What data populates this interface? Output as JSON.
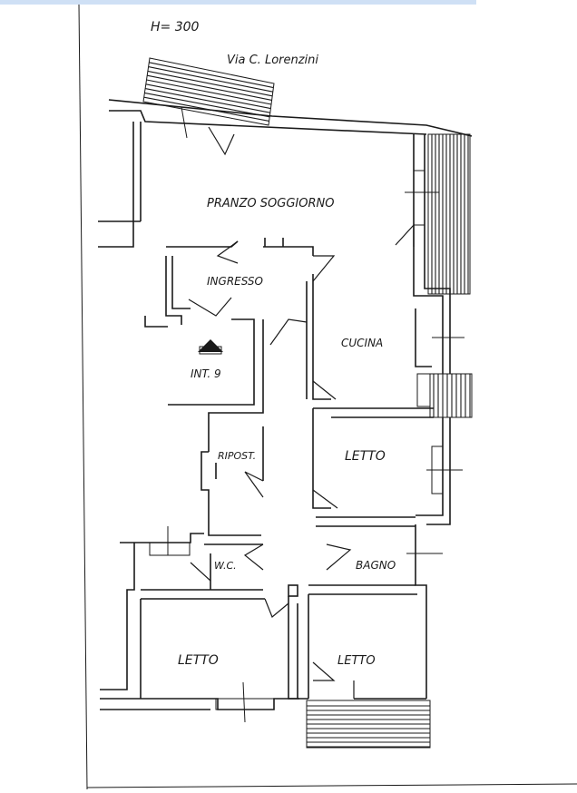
{
  "header_note": "H= 300",
  "street_name": "Via C. Lorenzini",
  "unit_label": "INT. 9",
  "rooms": {
    "pranzo_soggiorno": "PRANZO SOGGIORNO",
    "ingresso": "INGRESSO",
    "cucina": "CUCINA",
    "letto_right": "LETTO",
    "ripost": "RIPOST.",
    "wc": "W.C.",
    "bagno": "BAGNO",
    "letto_bottom_left": "LETTO",
    "letto_bottom_right": "LETTO"
  },
  "colors": {
    "top_band": "#cfe0f5",
    "ink": "#1a1a1a",
    "paper": "#ffffff"
  }
}
